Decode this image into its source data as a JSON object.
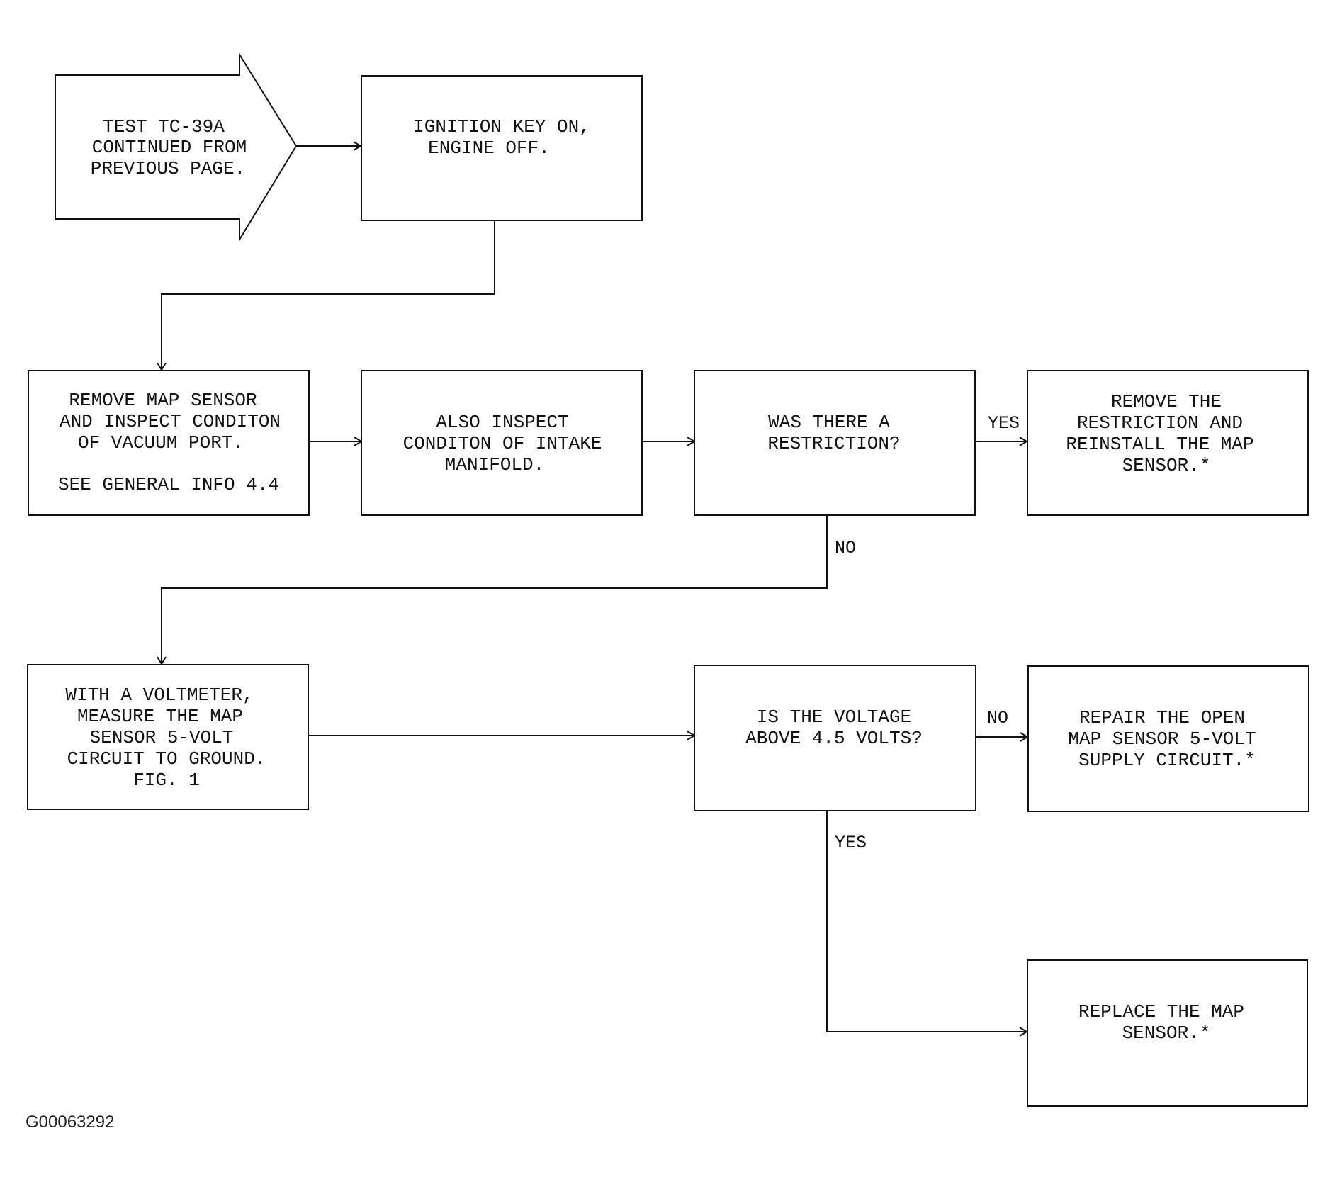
{
  "diagram": {
    "figure_id": "G00063292",
    "nodes": {
      "start": [
        "TEST TC-39A",
        "CONTINUED FROM",
        "PREVIOUS PAGE."
      ],
      "ignition": [
        "IGNITION KEY ON,",
        "ENGINE OFF."
      ],
      "remove_map": [
        "REMOVE MAP SENSOR",
        "AND INSPECT CONDITON",
        "OF VACUUM PORT.",
        "",
        "SEE GENERAL INFO 4.4"
      ],
      "inspect_manifold": [
        "ALSO INSPECT",
        "CONDITON OF INTAKE",
        "MANIFOLD."
      ],
      "restriction_q": [
        "WAS THERE A",
        "RESTRICTION?"
      ],
      "remove_restriction": [
        "REMOVE THE",
        "RESTRICTION AND",
        "REINSTALL THE MAP",
        "SENSOR.*"
      ],
      "voltmeter": [
        "WITH A VOLTMETER,",
        "MEASURE THE MAP",
        "SENSOR 5-VOLT",
        "CIRCUIT TO GROUND.",
        "FIG. 1"
      ],
      "voltage_q": [
        "IS THE VOLTAGE",
        "ABOVE 4.5 VOLTS?"
      ],
      "repair_open": [
        "REPAIR THE OPEN",
        "MAP SENSOR 5-VOLT",
        "SUPPLY CIRCUIT.*"
      ],
      "replace_map": [
        "REPLACE THE MAP",
        "SENSOR.*"
      ]
    },
    "edge_labels": {
      "restriction_yes": "YES",
      "restriction_no": "NO",
      "voltage_no": "NO",
      "voltage_yes": "YES"
    }
  }
}
